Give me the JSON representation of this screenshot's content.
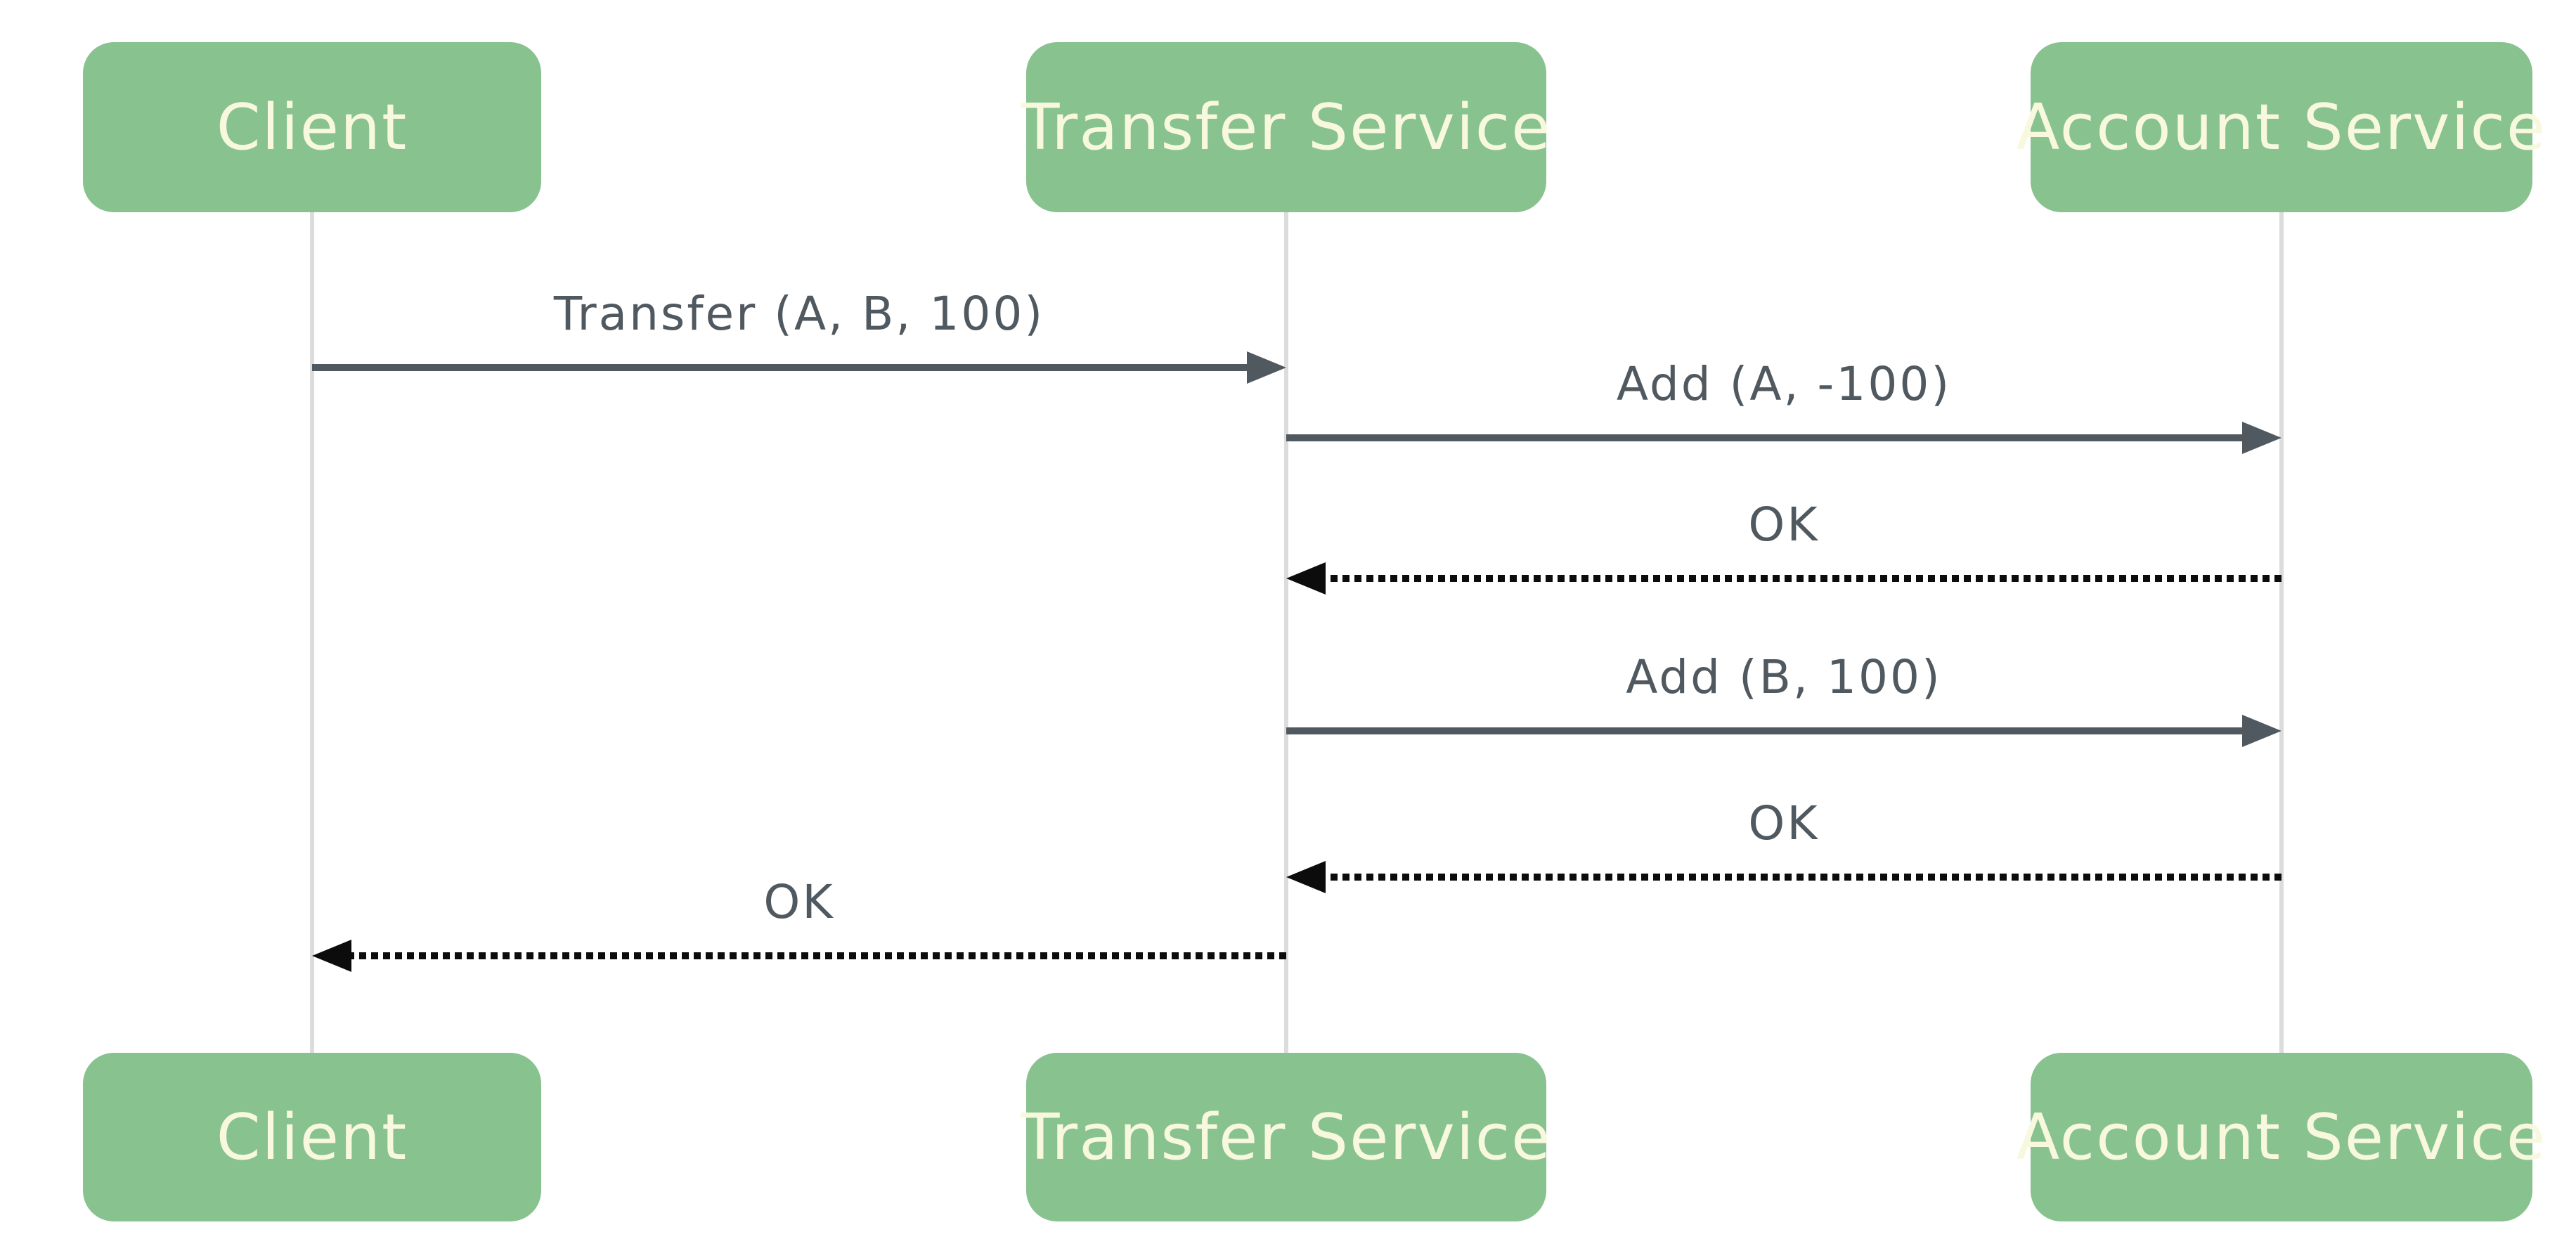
{
  "diagram": {
    "type": "sequence-diagram",
    "actors": [
      {
        "id": "client",
        "name": "Client"
      },
      {
        "id": "transfer-service",
        "name": "Transfer Service"
      },
      {
        "id": "account-service",
        "name": "Account Service"
      }
    ],
    "messages": [
      {
        "from": "Client",
        "to": "Transfer Service",
        "label": "Transfer (A, B, 100)",
        "style": "solid"
      },
      {
        "from": "Transfer Service",
        "to": "Account Service",
        "label": "Add (A, -100)",
        "style": "solid"
      },
      {
        "from": "Account Service",
        "to": "Transfer Service",
        "label": "OK",
        "style": "dotted"
      },
      {
        "from": "Transfer Service",
        "to": "Account Service",
        "label": "Add (B, 100)",
        "style": "solid"
      },
      {
        "from": "Account Service",
        "to": "Transfer Service",
        "label": "OK",
        "style": "dotted"
      },
      {
        "from": "Transfer Service",
        "to": "Client",
        "label": "OK",
        "style": "dotted"
      }
    ],
    "colors": {
      "actor_fill": "#87c28f",
      "actor_text": "#f8f8df",
      "solid_arrow": "#515960",
      "dotted_arrow": "#0c0c0c",
      "lifeline": "#dcdcdc",
      "background": "#ffffff"
    }
  }
}
